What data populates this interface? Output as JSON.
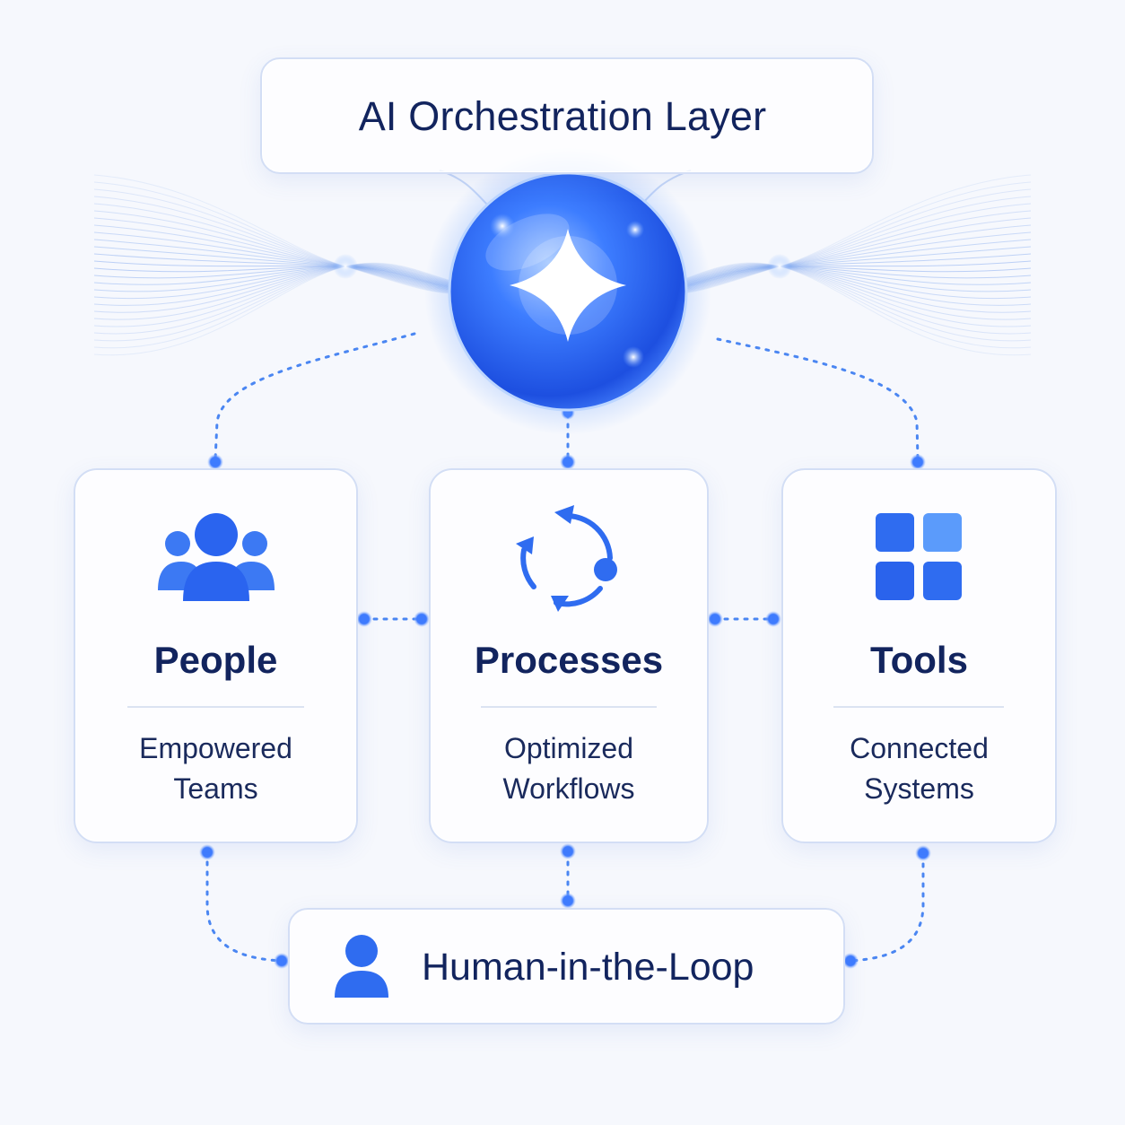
{
  "header": {
    "title": "AI Orchestration Layer"
  },
  "hub": {
    "icon": "sparkle-star-icon"
  },
  "cards": [
    {
      "title": "People",
      "subtitle_line1": "Empowered",
      "subtitle_line2": "Teams",
      "icon": "people-group-icon"
    },
    {
      "title": "Processes",
      "subtitle_line1": "Optimized",
      "subtitle_line2": "Workflows",
      "icon": "cycle-arrows-icon"
    },
    {
      "title": "Tools",
      "subtitle_line1": "Connected",
      "subtitle_line2": "Systems",
      "icon": "app-grid-icon"
    }
  ],
  "footer": {
    "label": "Human-in-the-Loop",
    "icon": "person-icon"
  },
  "colors": {
    "accent": "#2f6cf0",
    "accent_light": "#5f9bff",
    "text_dark": "#12245e",
    "border": "#d3def5",
    "background": "#f6f8fd"
  }
}
